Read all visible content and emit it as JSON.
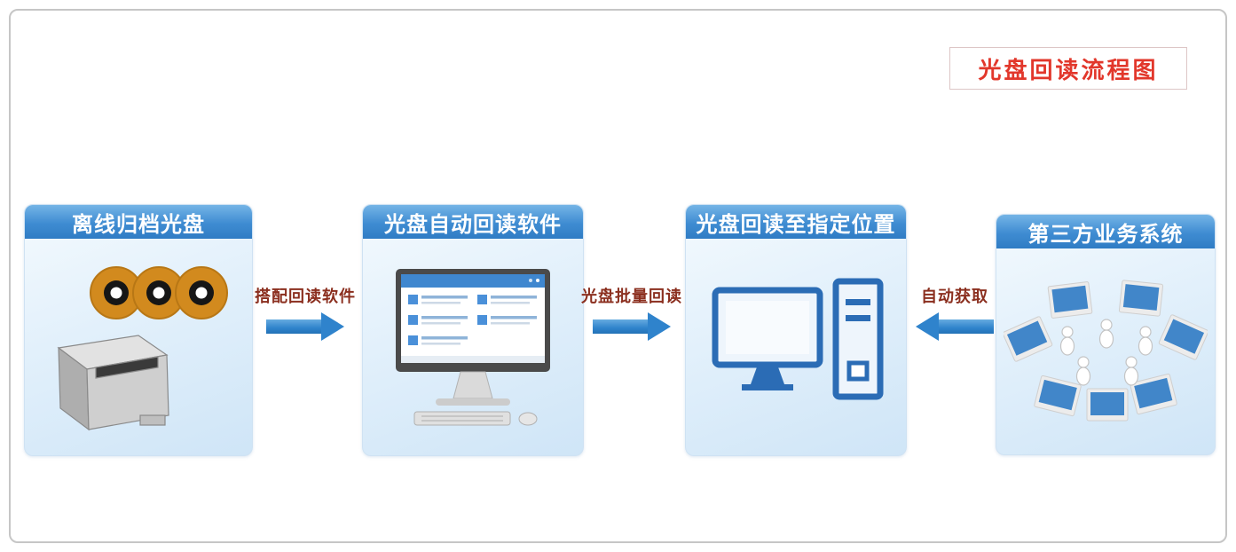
{
  "diagram": {
    "type": "flowchart",
    "title": "光盘回读流程图",
    "nodes": [
      {
        "label": "离线归档光盘",
        "icon": "disc-publisher-icon"
      },
      {
        "label": "光盘自动回读软件",
        "icon": "readback-software-monitor-icon"
      },
      {
        "label": "光盘回读至指定位置",
        "icon": "desktop-computer-icon"
      },
      {
        "label": "第三方业务系统",
        "icon": "workstation-ring-icon"
      }
    ],
    "arrows": [
      {
        "from": "离线归档光盘",
        "to": "光盘自动回读软件",
        "label": "搭配回读软件",
        "direction": "right"
      },
      {
        "from": "光盘自动回读软件",
        "to": "光盘回读至指定位置",
        "label": "光盘批量回读",
        "direction": "right"
      },
      {
        "from": "第三方业务系统",
        "to": "光盘回读至指定位置",
        "label": "自动获取",
        "direction": "left"
      }
    ],
    "colors": {
      "node_header_blue": "#2f7cc4",
      "node_body_blue": "#d9ebf9",
      "arrow_blue": "#2f83cc",
      "arrow_label_red": "#8b2f1f",
      "title_red": "#e2372b",
      "disc_orange": "#d28a1e"
    }
  }
}
